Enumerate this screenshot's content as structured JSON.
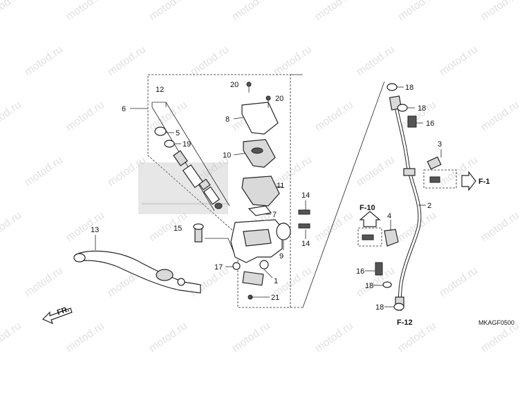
{
  "watermark": {
    "text": "motod.ru",
    "color": "#c8c8c8"
  },
  "callouts": {
    "c1": "1",
    "c2": "2",
    "c3": "3",
    "c4": "4",
    "c5": "5",
    "c6": "6",
    "c7": "7",
    "c8": "8",
    "c9": "9",
    "c10": "10",
    "c11": "11",
    "c12": "12",
    "c13": "13",
    "c14a": "14",
    "c14b": "14",
    "c15": "15",
    "c16a": "16",
    "c16b": "16",
    "c17": "17",
    "c18a": "18",
    "c18b": "18",
    "c18c": "18",
    "c18d": "18",
    "c19": "19",
    "c20a": "20",
    "c20b": "20",
    "c21": "21"
  },
  "references": {
    "f1": "F-1",
    "f10": "F-10",
    "f12": "F-12"
  },
  "direction_label": "FR.",
  "diagram_code": "MKAGF0500"
}
